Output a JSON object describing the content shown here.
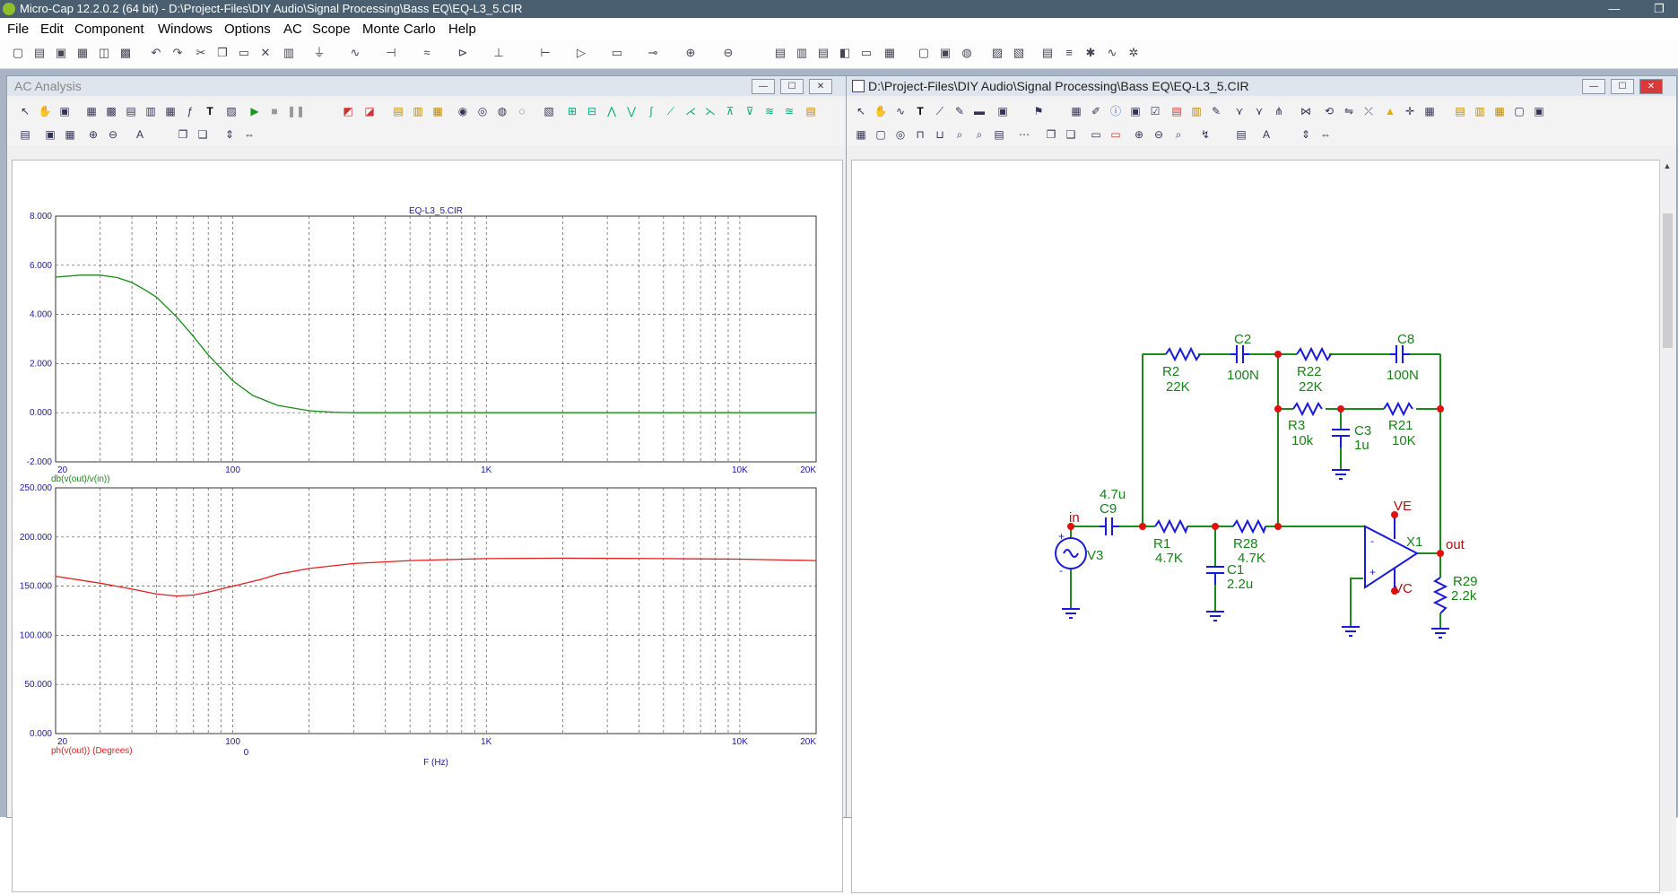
{
  "app": {
    "title": "Micro-Cap 12.2.0.2 (64 bit) - D:\\Project-Files\\DIY Audio\\Signal Processing\\Bass EQ\\EQ-L3_5.CIR",
    "minimize_glyph": "—",
    "restore_glyph": "❐"
  },
  "menu": [
    "File",
    "Edit",
    "Component",
    "Windows",
    "Options",
    "AC",
    "Scope",
    "Monte Carlo",
    "Help"
  ],
  "toolbar_icons": [
    "new-icon",
    "open-icon",
    "save-icon",
    "print-icon",
    "undo-icon",
    "redo-icon",
    "cut-icon",
    "copy-icon",
    "paste-icon",
    "delete-icon"
  ],
  "ac_window": {
    "title": "AC Analysis",
    "btn_min": "—",
    "btn_max": "☐",
    "btn_close": "✕"
  },
  "schematic_window": {
    "title": "D:\\Project-Files\\DIY Audio\\Signal Processing\\Bass EQ\\EQ-L3_5.CIR",
    "btn_min": "—",
    "btn_max": "☐",
    "btn_close": "✕"
  },
  "colors": {
    "magnitude": "#1a8a1a",
    "phase": "#e02020",
    "axis_text": "#1a1aa0",
    "wire": "#1e8a1e",
    "component": "#1a1add",
    "label": "#178217",
    "node": "#e01010",
    "node_label": "#b01010"
  },
  "chart_data": [
    {
      "type": "line",
      "title": "EQ-L3_5.CIR",
      "ylabel": "db(v(out)/v(in))",
      "xlabel": "",
      "x_scale": "log",
      "xlim": [
        20,
        20000
      ],
      "ylim": [
        -2,
        8
      ],
      "y_ticks": [
        "8.000",
        "6.000",
        "4.000",
        "2.000",
        "0.000",
        "-2.000"
      ],
      "x_ticks": [
        "20",
        "100",
        "1K",
        "10K",
        "20K"
      ],
      "grid": true,
      "series": [
        {
          "name": "db(v(out)/v(in))",
          "x": [
            20,
            25,
            30,
            35,
            40,
            45,
            50,
            60,
            70,
            80,
            90,
            100,
            120,
            150,
            200,
            250,
            300,
            400,
            500,
            1000,
            2000,
            5000,
            10000,
            20000
          ],
          "y": [
            5.52,
            5.6,
            5.6,
            5.5,
            5.3,
            5.0,
            4.7,
            3.9,
            3.1,
            2.35,
            1.8,
            1.3,
            0.7,
            0.3,
            0.08,
            0.02,
            0.0,
            0.0,
            0.0,
            0.0,
            0.0,
            0.0,
            0.0,
            0.0
          ]
        }
      ]
    },
    {
      "type": "line",
      "title": "",
      "ylabel": "ph(v(out)) (Degrees)",
      "xlabel": "F (Hz)",
      "x_scale": "log",
      "xlim": [
        20,
        20000
      ],
      "ylim": [
        0,
        250
      ],
      "y_ticks": [
        "250.000",
        "200.000",
        "150.000",
        "100.000",
        "50.000",
        "0.000"
      ],
      "x_ticks": [
        "20",
        "100",
        "1K",
        "10K",
        "20K"
      ],
      "extra_x_label": "0",
      "grid": true,
      "series": [
        {
          "name": "ph(v(out)) (Degrees)",
          "x": [
            20,
            30,
            40,
            50,
            60,
            70,
            80,
            100,
            130,
            150,
            200,
            300,
            500,
            1000,
            2000,
            5000,
            10000,
            20000
          ],
          "y": [
            160,
            153,
            147,
            142,
            140,
            141,
            144,
            150,
            157,
            162,
            168,
            173,
            176,
            178,
            178.5,
            178,
            177.5,
            176
          ]
        }
      ]
    }
  ],
  "schematic": {
    "labels": {
      "R2": "R2",
      "R2v": "22K",
      "C2": "C2",
      "C2v": "100N",
      "R22": "R22",
      "R22v": "22K",
      "C8": "C8",
      "C8v": "100N",
      "R3": "R3",
      "R3v": "10k",
      "C3": "C3",
      "C3v": "1u",
      "R21": "R21",
      "R21v": "10K",
      "C9v": "4.7u",
      "C9": "C9",
      "R1": "R1",
      "R1v": "4.7K",
      "R28": "R28",
      "R28v": "4.7K",
      "C1": "C1",
      "C1v": "2.2u",
      "V3": "V3",
      "X1": "X1",
      "R29": "R29",
      "R29v": "2.2k",
      "in": "in",
      "out": "out",
      "VE": "VE",
      "VC": "VC",
      "plus": "+",
      "minus": "-"
    }
  }
}
